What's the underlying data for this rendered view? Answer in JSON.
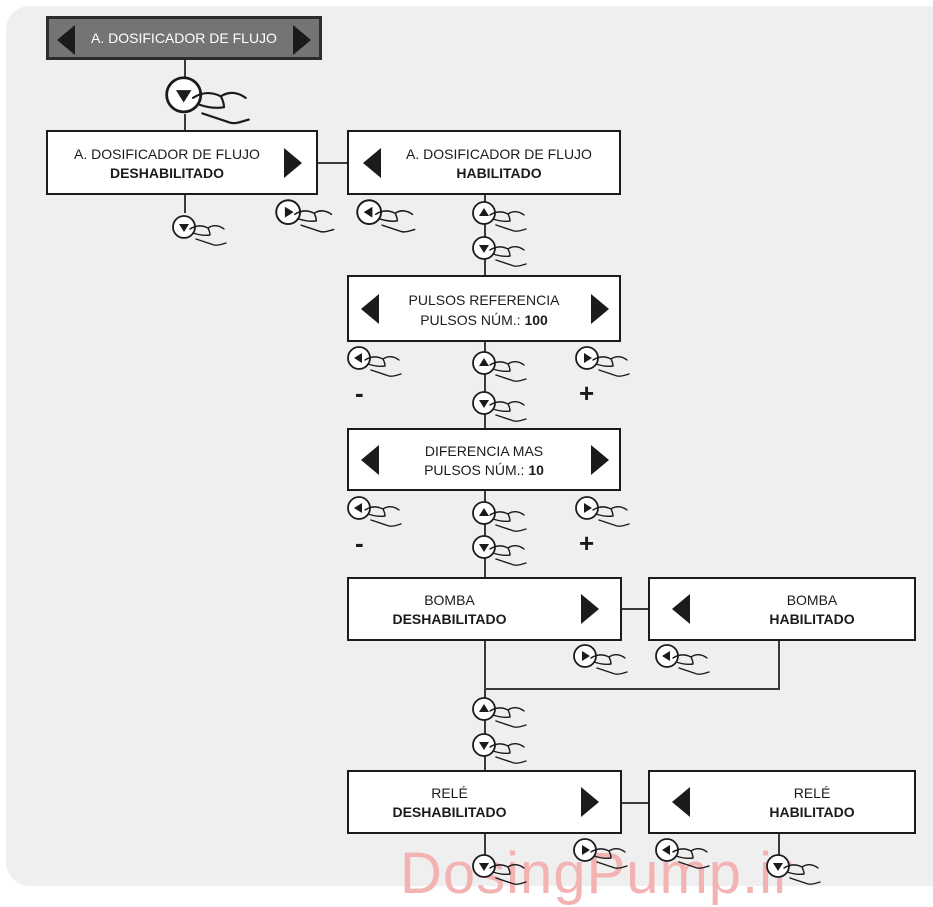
{
  "menu_title": "A. DOSIFICADOR DE FLUJO",
  "boxes": {
    "flow_disabled": {
      "line1": "A. DOSIFICADOR DE FLUJO",
      "line2": "DESHABILITADO"
    },
    "flow_enabled": {
      "line1": "A. DOSIFICADOR DE FLUJO",
      "line2": "HABILITADO"
    },
    "pulses_ref": {
      "line1": "PULSOS REFERENCIA",
      "line2_prefix": "PULSOS NÚM.: ",
      "line2_value": "100"
    },
    "diff_more": {
      "line1": "DIFERENCIA MAS",
      "line2_prefix": "PULSOS NÚM.: ",
      "line2_value": "10"
    },
    "pump_disabled": {
      "line1": "BOMBA",
      "line2": "DESHABILITADO"
    },
    "pump_enabled": {
      "line1": "BOMBA",
      "line2": "HABILITADO"
    },
    "relay_disabled": {
      "line1": "RELÉ",
      "line2": "DESHABILITADO"
    },
    "relay_enabled": {
      "line1": "RELÉ",
      "line2": "HABILITADO"
    }
  },
  "signs": {
    "minus": "-",
    "plus": "+"
  },
  "watermark": "DosingPump.ir",
  "colors": {
    "panel": "#f0efef",
    "box_border": "#1b1b1b",
    "title_bg": "#747474",
    "watermark": "#f3b3b3"
  },
  "icons": [
    "down-button-icon",
    "up-button-icon",
    "left-button-icon",
    "right-button-icon",
    "pointing-hand-icon"
  ]
}
